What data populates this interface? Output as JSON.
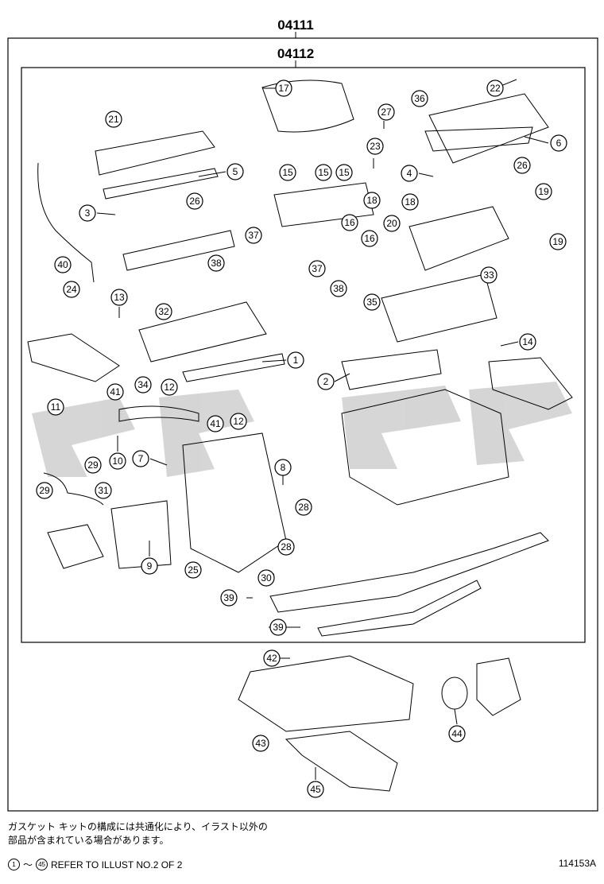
{
  "kit_numbers": {
    "outer": "04111",
    "inner": "04112"
  },
  "callouts": [
    {
      "n": "1"
    },
    {
      "n": "2"
    },
    {
      "n": "3"
    },
    {
      "n": "4"
    },
    {
      "n": "5"
    },
    {
      "n": "6"
    },
    {
      "n": "7"
    },
    {
      "n": "8"
    },
    {
      "n": "9"
    },
    {
      "n": "10"
    },
    {
      "n": "11"
    },
    {
      "n": "12"
    },
    {
      "n": "12"
    },
    {
      "n": "13"
    },
    {
      "n": "14"
    },
    {
      "n": "15"
    },
    {
      "n": "15"
    },
    {
      "n": "15"
    },
    {
      "n": "16"
    },
    {
      "n": "16"
    },
    {
      "n": "17"
    },
    {
      "n": "18"
    },
    {
      "n": "18"
    },
    {
      "n": "19"
    },
    {
      "n": "19"
    },
    {
      "n": "20"
    },
    {
      "n": "21"
    },
    {
      "n": "22"
    },
    {
      "n": "23"
    },
    {
      "n": "24"
    },
    {
      "n": "25"
    },
    {
      "n": "26"
    },
    {
      "n": "26"
    },
    {
      "n": "27"
    },
    {
      "n": "28"
    },
    {
      "n": "28"
    },
    {
      "n": "29"
    },
    {
      "n": "29"
    },
    {
      "n": "30"
    },
    {
      "n": "31"
    },
    {
      "n": "32"
    },
    {
      "n": "33"
    },
    {
      "n": "34"
    },
    {
      "n": "35"
    },
    {
      "n": "36"
    },
    {
      "n": "37"
    },
    {
      "n": "37"
    },
    {
      "n": "38"
    },
    {
      "n": "38"
    },
    {
      "n": "39"
    },
    {
      "n": "39"
    },
    {
      "n": "40"
    },
    {
      "n": "41"
    },
    {
      "n": "41"
    },
    {
      "n": "42"
    },
    {
      "n": "43"
    },
    {
      "n": "44"
    },
    {
      "n": "45"
    }
  ],
  "note_line1": "ガスケット キットの構成には共通化により、イラスト以外の",
  "note_line2": "部品が含まれている場合があります。",
  "ref_from": "1",
  "ref_tilde": "〜",
  "ref_to": "45",
  "ref_text": "REFER TO ILLUST NO.2 OF 2",
  "illustration_id": "114153A"
}
